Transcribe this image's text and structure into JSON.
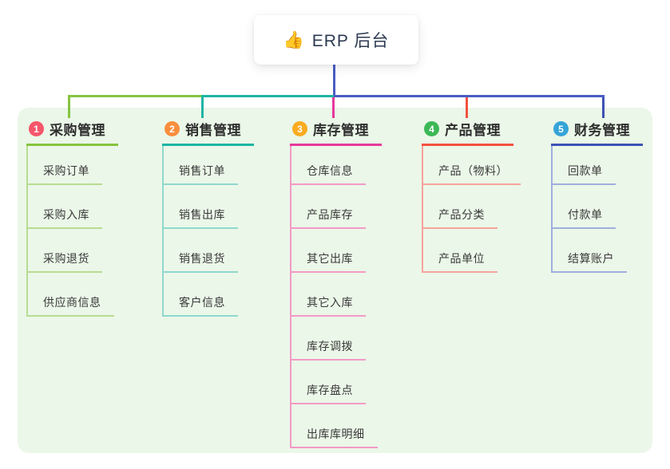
{
  "root": {
    "icon": "thumbs-up",
    "icon_glyph": "👍",
    "label": "ERP 后台"
  },
  "branches": [
    {
      "number": "1",
      "title": "采购管理",
      "colors": {
        "badge": "#f5566b",
        "line": "#85c440",
        "line_light": "#b7dc92"
      },
      "items": [
        "采购订单",
        "采购入库",
        "采购退货",
        "供应商信息"
      ]
    },
    {
      "number": "2",
      "title": "销售管理",
      "colors": {
        "badge": "#fa8e3d",
        "line": "#1cb5a4",
        "line_light": "#8fd8cd"
      },
      "items": [
        "销售订单",
        "销售出库",
        "销售退货",
        "客户信息"
      ]
    },
    {
      "number": "3",
      "title": "库存管理",
      "colors": {
        "badge": "#f9ac20",
        "line": "#e6399b",
        "line_light": "#f29ac6"
      },
      "items": [
        "仓库信息",
        "产品库存",
        "其它出库",
        "其它入库",
        "库存调拨",
        "库存盘点",
        "出库库明细"
      ]
    },
    {
      "number": "4",
      "title": "产品管理",
      "colors": {
        "badge": "#3bb855",
        "line": "#f4503e",
        "line_light": "#f6a39b"
      },
      "items": [
        "产品（物料）",
        "产品分类",
        "产品单位"
      ]
    },
    {
      "number": "5",
      "title": "财务管理",
      "colors": {
        "badge": "#35a4d8",
        "line": "#3d52b5",
        "line_light": "#9fafdf"
      },
      "items": [
        "回款单",
        "付款单",
        "结算账户"
      ]
    }
  ],
  "palette": {
    "canvas_bg": "#ffffff",
    "panel_bg": "#ebf7e8",
    "root_text": "#2c3a52",
    "stem": "#4a5cc4",
    "bus_segments": [
      "#85c440",
      "#1cb5a4",
      "#4a5cc4"
    ]
  }
}
